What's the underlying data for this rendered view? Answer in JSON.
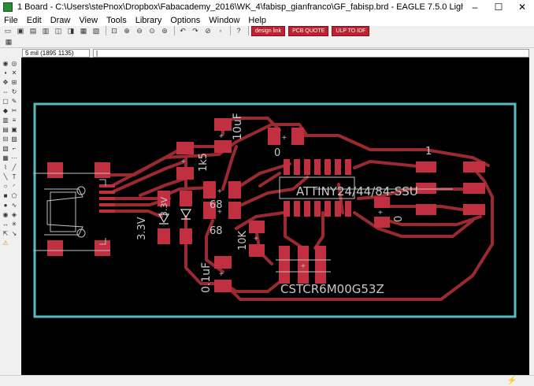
{
  "window": {
    "title": "1 Board - C:\\Users\\stePnox\\Dropbox\\Fabacademy_2016\\WK_4\\fabisp_gianfranco\\GF_fabisp.brd - EAGLE 7.5.0 Light",
    "minimize": "–",
    "maximize": "☐",
    "close": "✕"
  },
  "menu": [
    "File",
    "Edit",
    "Draw",
    "View",
    "Tools",
    "Library",
    "Options",
    "Window",
    "Help"
  ],
  "toolbar": {
    "design_link": "design link",
    "pcb_quote": "PCB QUOTE",
    "ulp": "ULP TO IDF"
  },
  "command": {
    "coordinates": "5 mil (1895 1135)",
    "input_value": "|"
  },
  "board": {
    "labels": {
      "c10uf": "10uF",
      "r1k5": "1k5",
      "c0": "0",
      "pin1": "1",
      "ic": "ATTINY24/44/84-SSU",
      "z33v": "3.3V",
      "z33v2": "3.3V",
      "r68a": "68",
      "r68b": "68",
      "r10k": "10K",
      "c0b": "0",
      "c01uf": "0.1uF",
      "resonator": "CSTCR6M00G53Z"
    }
  },
  "colors": {
    "board_outline": "#5ab8c0",
    "trace": "#9a2a30",
    "pad": "#c03040",
    "silk": "#c0c0c0",
    "canvas": "#000000"
  }
}
